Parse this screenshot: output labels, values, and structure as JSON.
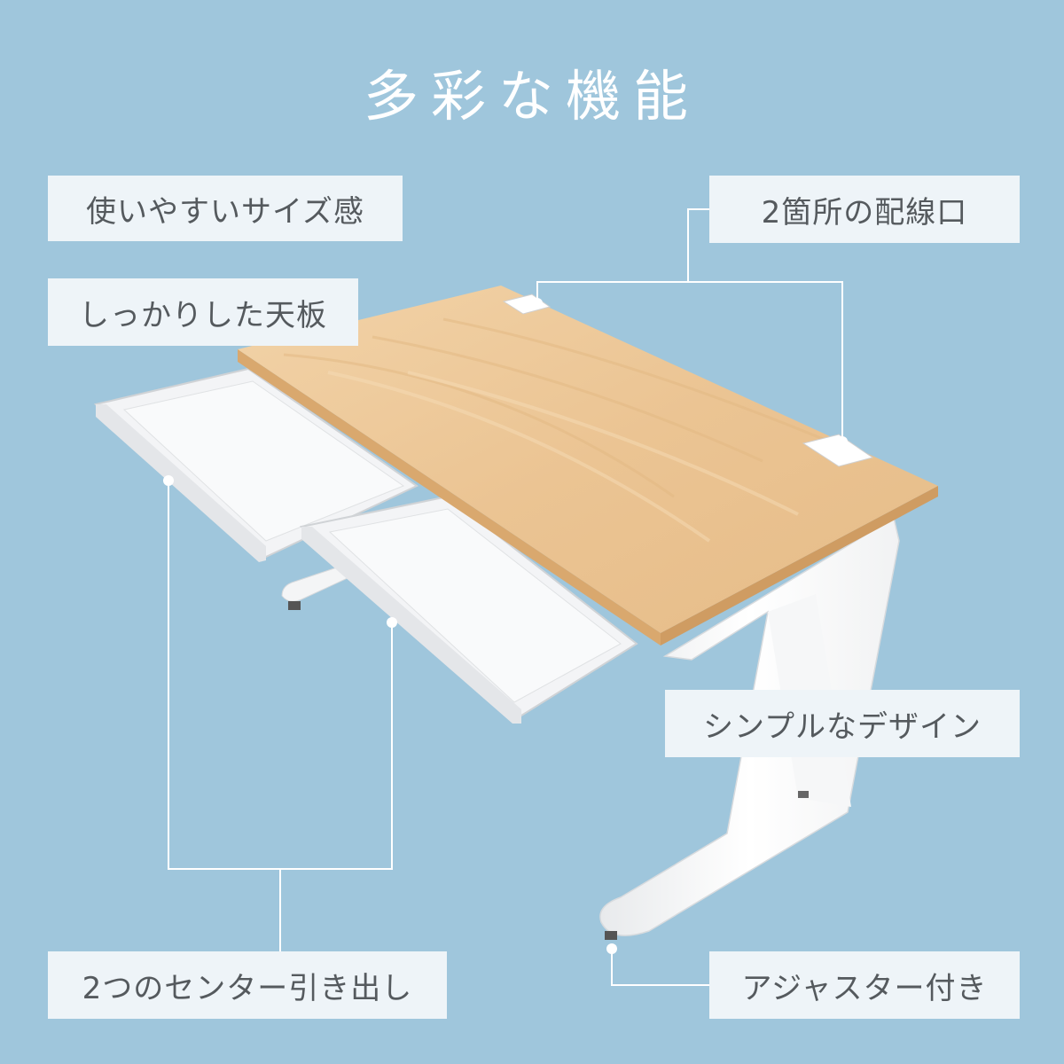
{
  "title": "多彩な機能",
  "features": {
    "size": "使いやすいサイズ感",
    "tabletop": "しっかりした天板",
    "cable": "2箇所の配線口",
    "simple": "シンプルなデザイン",
    "drawers": "2つのセンター引き出し",
    "adjuster": "アジャスター付き"
  },
  "colors": {
    "background": "#9fc6dc",
    "label_bg": "#eef4f8",
    "text": "#555a5e",
    "wood": "#ecc89a",
    "frame": "#ffffff"
  }
}
